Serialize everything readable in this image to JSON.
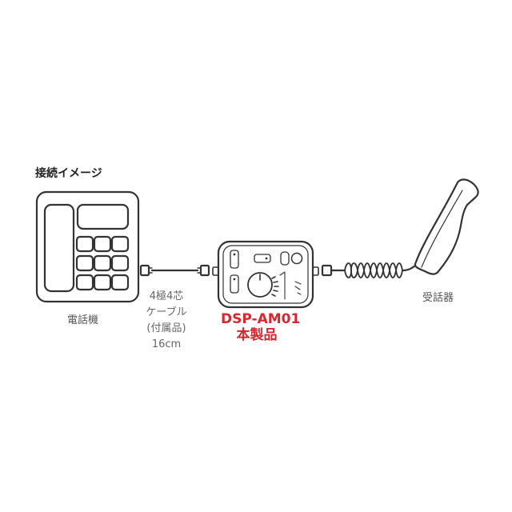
{
  "title": "接続イメージ",
  "telephone": {
    "label": "電話機"
  },
  "cable": {
    "spec": "4極4芯",
    "type": "ケーブル",
    "note": "(付属品)",
    "length": "16cm"
  },
  "product": {
    "model": "DSP-AM01",
    "label": "本製品",
    "color": "#d7282f"
  },
  "handset": {
    "label": "受話器"
  },
  "colors": {
    "stroke": "#333333",
    "muted": "#666666",
    "accent": "#d7282f"
  }
}
